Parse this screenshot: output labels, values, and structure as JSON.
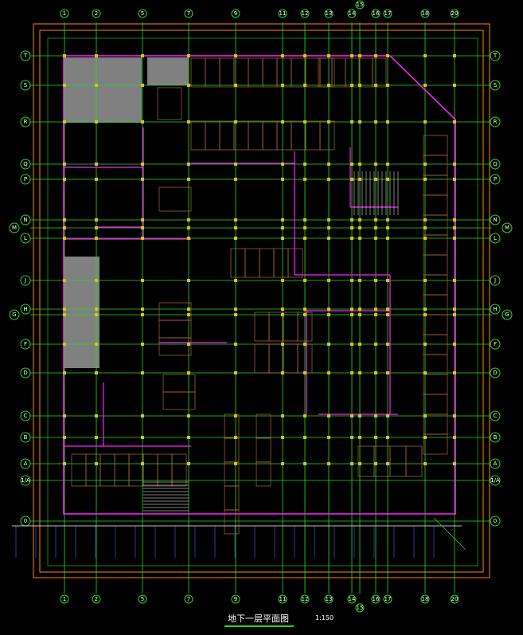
{
  "drawing": {
    "title": "地下一层平面图",
    "scale": "1:150",
    "column_axes": [
      "1",
      "2",
      "5",
      "7",
      "9",
      "11",
      "12",
      "13",
      "14",
      "15",
      "16",
      "17",
      "18",
      "20"
    ],
    "row_axes": [
      "T",
      "S",
      "R",
      "Q",
      "P",
      "N",
      "M",
      "L",
      "J",
      "H",
      "G",
      "F",
      "D",
      "C",
      "B",
      "A",
      "1/A",
      "0"
    ],
    "colors": {
      "grid": "#22dd22",
      "border": "#ff8800",
      "wall": "#ff22ff",
      "parking": "#b06a3a",
      "fill": "#808080",
      "stair": "#ffffff"
    }
  }
}
